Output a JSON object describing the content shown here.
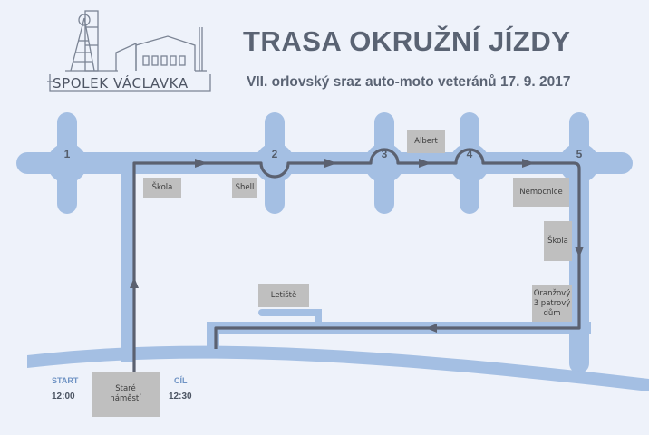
{
  "header": {
    "title": "TRASA OKRUŽNÍ JÍZDY",
    "subtitle": "VII. orlovský sraz auto-moto veteránů 17. 9. 2017"
  },
  "logo": {
    "text": "SPOLEK VÁCLAVKA",
    "icon": "mine-tower-building-icon"
  },
  "intersections": [
    "1",
    "2",
    "3",
    "4",
    "5"
  ],
  "landmarks": {
    "skola_left": "Škola",
    "shell": "Shell",
    "albert": "Albert",
    "nemocnice": "Nemocnice",
    "skola_right": "Škola",
    "oranzovy": "Oranžový\n3 patrový\ndům",
    "letiste": "Letiště",
    "stare_namesti": "Staré\nnáměstí"
  },
  "start": {
    "label": "START",
    "time": "12:00"
  },
  "finish": {
    "label": "CÍL",
    "time": "12:30"
  },
  "colors": {
    "background": "#eef2fa",
    "road": "#a4bfe3",
    "route": "#5b6170",
    "label_box": "#bfbfbf",
    "accent_text": "#6f93c4"
  }
}
